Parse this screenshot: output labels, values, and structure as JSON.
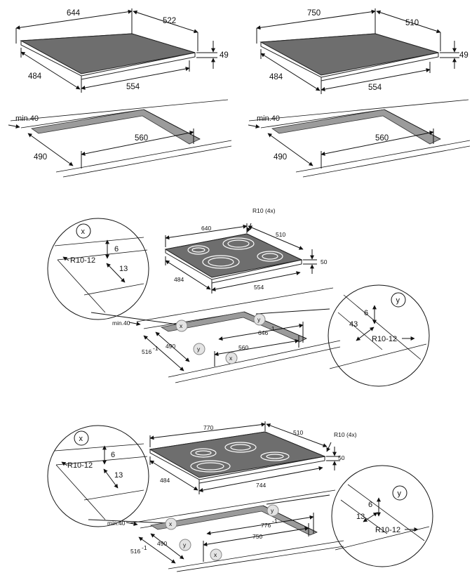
{
  "top_left": {
    "hob": {
      "width": "644",
      "depth": "522",
      "height": "49",
      "depth_bottom": "484",
      "width_bottom": "554"
    },
    "cutout": {
      "min_label": "min.40",
      "depth": "490",
      "width": "560"
    }
  },
  "top_right": {
    "hob": {
      "width": "750",
      "depth": "510",
      "height": "49",
      "depth_bottom": "484",
      "width_bottom": "554"
    },
    "cutout": {
      "min_label": "min.40",
      "depth": "490",
      "width": "560"
    }
  },
  "middle": {
    "hob": {
      "width": "640",
      "depth": "510",
      "height": "50",
      "depth_bottom": "484",
      "width_bottom": "554",
      "corner": "R10 (4x)"
    },
    "detail_x": {
      "marker": "x",
      "dim_a": "6",
      "dim_b": "13",
      "radius": "R10-12"
    },
    "detail_y": {
      "marker": "y",
      "dim_a": "6",
      "dim_b": "43",
      "radius": "R10-12"
    },
    "cutout": {
      "min_label": "min.40",
      "depth": "490",
      "depth_tol": "516",
      "width": "560",
      "width_tol": "646",
      "tol_sup": "-1",
      "mk_x": "x",
      "mk_y": "y"
    }
  },
  "bottom": {
    "hob": {
      "width": "770",
      "depth": "510",
      "height": "50",
      "depth_bottom": "484",
      "width_bottom": "744",
      "corner": "R10 (4x)"
    },
    "detail_x": {
      "marker": "x",
      "dim_a": "6",
      "dim_b": "13",
      "radius": "R10-12"
    },
    "detail_y": {
      "marker": "y",
      "dim_a": "6",
      "dim_b": "13",
      "radius": "R10-12"
    },
    "cutout": {
      "min_label": "min.40",
      "depth": "490",
      "depth_tol": "516",
      "width": "750",
      "width_tol": "776",
      "tol_sup": "-1",
      "mk_x": "x",
      "mk_y": "y"
    }
  }
}
